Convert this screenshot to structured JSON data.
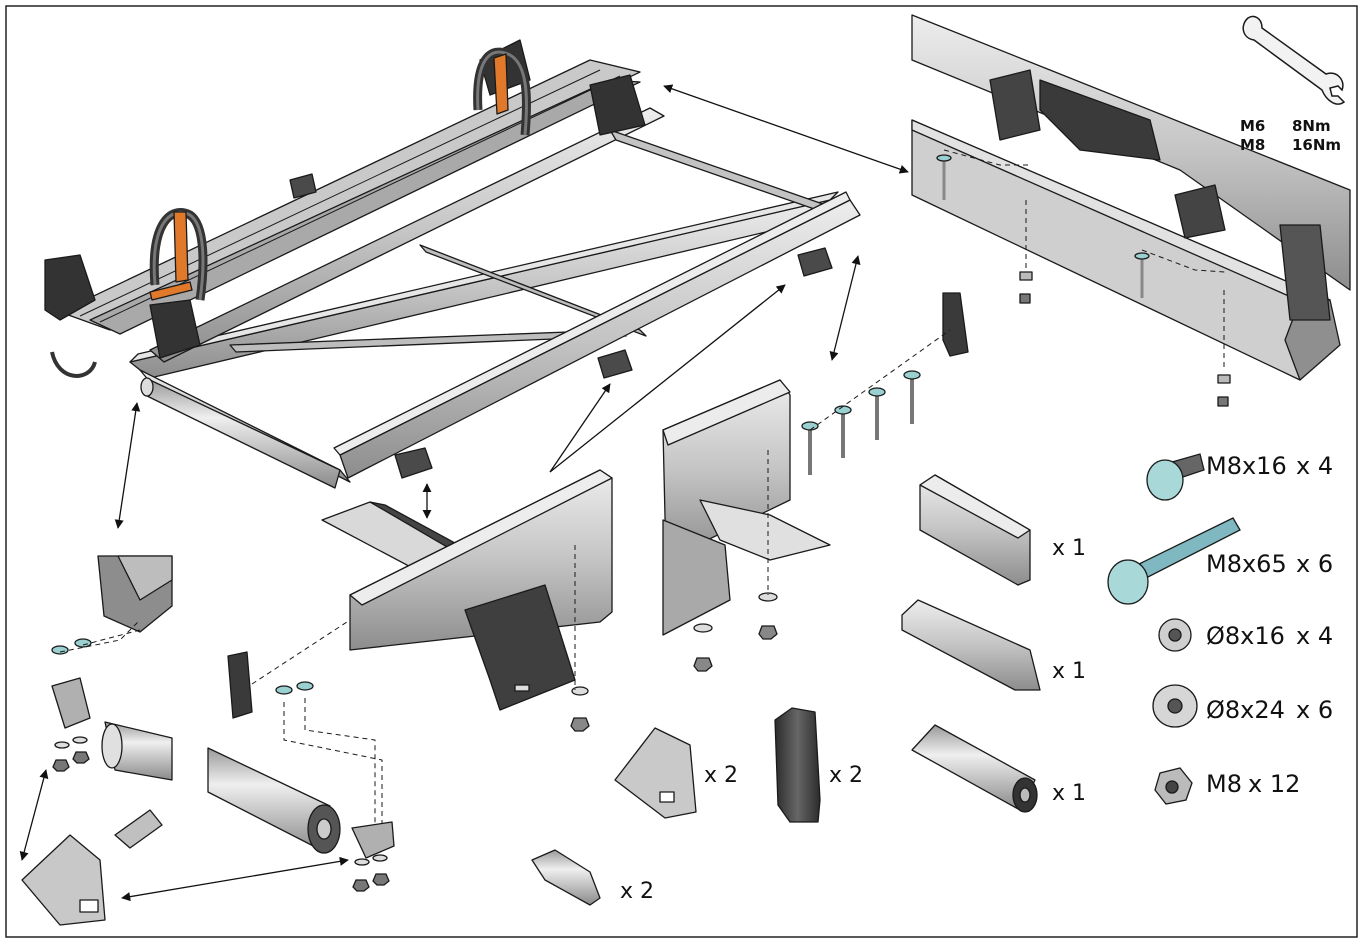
{
  "torque": {
    "rows": [
      {
        "size": "M6",
        "value": "8Nm"
      },
      {
        "size": "M8",
        "value": "16Nm"
      }
    ]
  },
  "quantities": {
    "front_cap": "x 1",
    "deflector": "x 1",
    "roller": "x 1",
    "bracket": "x 2",
    "end_cap": "x 2",
    "pin": "x 2"
  },
  "hardware": [
    {
      "name": "M8x16",
      "qty": "x 4"
    },
    {
      "name": "M8x65",
      "qty": "x 6"
    },
    {
      "name": "Ø8x16",
      "qty": "x 4"
    },
    {
      "name": "Ø8x24",
      "qty": "x 6"
    },
    {
      "name": "M8",
      "qty": "x 12"
    }
  ],
  "colors": {
    "frame": "#b8b8b8",
    "frame_light": "#d6d6d6",
    "frame_dark": "#6d6d6d",
    "black_part": "#3a3a3a",
    "strap": "#e07a2a",
    "outline": "#1a1a1a"
  }
}
